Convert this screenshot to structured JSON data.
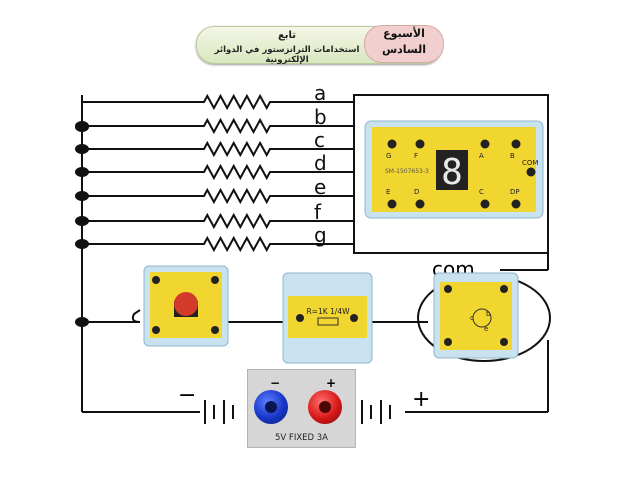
{
  "header": {
    "title": "تابع",
    "subtitle": "استخدامات الترانزستور في الدوائر الإلكترونية",
    "badge_line1": "الأسبوع",
    "badge_line2": "السادس"
  },
  "segment_labels": [
    "a",
    "b",
    "c",
    "d",
    "e",
    "f",
    "g"
  ],
  "display_module": {
    "pins_top": [
      "G",
      "F",
      "A",
      "B"
    ],
    "com": "COM",
    "pins_bottom": [
      "E",
      "D",
      "C",
      "DP"
    ],
    "part_number": "SM-1507653-3",
    "digit": "8"
  },
  "resistor_module": {
    "label": "R=1K 1/4W"
  },
  "transistor_label": "com",
  "transistor_module": {
    "pins": [
      "c",
      "b",
      "e"
    ]
  },
  "power_supply": {
    "minus": "−",
    "plus": "+",
    "label": "5V FIXED 3A"
  },
  "battery_signs": {
    "minus": "−",
    "plus": "+"
  },
  "colors": {
    "module_yellow": "#f2d630",
    "terminal_blue": "#1736c9",
    "terminal_red": "#d81818",
    "badge_pink": "#f2cfcf"
  }
}
